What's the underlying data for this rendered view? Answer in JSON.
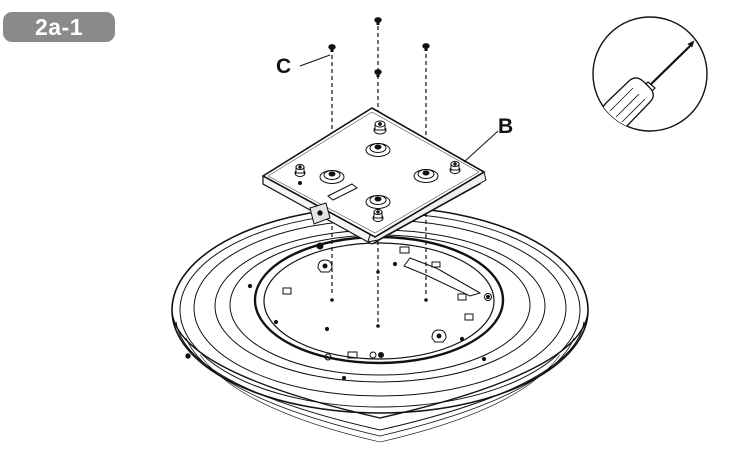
{
  "step_label": "2a-1",
  "callouts": {
    "c": "C",
    "b": "B"
  },
  "icons": {
    "tool": "screwdriver-icon"
  },
  "colors": {
    "line": "#111111",
    "badge": "#8a8a8a",
    "badge_text": "#ffffff"
  }
}
